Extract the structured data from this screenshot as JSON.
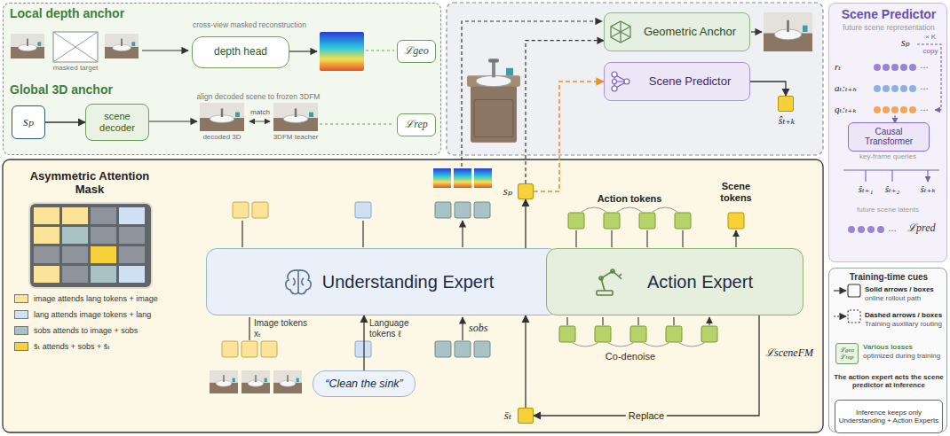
{
  "diagram": {
    "nodes": [
      {
        "text": [
          "Local depth anchor",
          "cross-view masked reconstruction",
          "Global 3D anchor",
          "align decoded scene to frozen 3DFM"
        ]
      },
      {
        "text": [
          "depth head"
        ],
        "in": 0
      },
      {
        "text": [
          "ℒgeo"
        ],
        "in": 0
      },
      {
        "text": [
          "sₚ"
        ],
        "in": 0
      },
      {
        "text": [
          "scene decoder"
        ],
        "in": 0
      },
      {
        "text": [
          "ℒrep"
        ],
        "in": 0
      },
      {
        "text": [
          "Geometric Anchor"
        ]
      },
      {
        "text": [
          "Scene Predictor"
        ]
      },
      {
        "text": [
          "ŝₜ₊ₖ"
        ]
      },
      {
        "text": [
          "Scene Predictor",
          "future scene representation"
        ]
      },
      {
        "text": [
          "Causal Transformer"
        ],
        "in": 9
      },
      {
        "text": [
          "Training-time cues",
          "Solid arrows / boxes",
          "online rollout path",
          "Dashed arrows / boxes",
          "Training auxiliary routing",
          "Various losses",
          "optimized during training",
          "The action expert acts the scene predictor at inference"
        ]
      },
      {
        "text": [
          "ℒgeo",
          "ℒrep"
        ],
        "in": 11
      },
      {
        "text": [
          "Inference keeps only Understanding + Action Experts"
        ],
        "in": 11
      },
      {
        "text": [
          "Understanding Expert"
        ]
      },
      {
        "text": [
          "Action Expert"
        ]
      },
      {
        "text": [
          "“Clean the sink”"
        ]
      },
      {
        "text": [
          "sₚ"
        ]
      },
      {
        "text": [
          "s̄ₜ"
        ]
      }
    ],
    "edges": [
      {
        "from": 3,
        "to": 4,
        "arrow": "to"
      },
      {
        "from": 14,
        "to": 17,
        "arrow": "to"
      },
      {
        "from": 17,
        "to": 6,
        "arrow": "to"
      },
      {
        "from": 17,
        "to": 7,
        "arrow": "to"
      },
      {
        "from": 7,
        "to": 8,
        "arrow": "to"
      },
      {
        "from": 16,
        "to": 14,
        "arrow": "to"
      },
      {
        "from": 18,
        "to": 14,
        "arrow": "to"
      },
      {
        "from": 15,
        "to": 18,
        "arrow": "to",
        "label": "Replace"
      }
    ],
    "labels": [
      "masked target",
      "decoded 3D",
      "match",
      "3DFM teacher",
      "sₚ",
      "× K",
      "copy",
      "rₜ",
      "…",
      "aₜ:ₜ₊ₕ",
      "…",
      "qₜ:ₜ₊ₖ",
      "…",
      "key-frame queries",
      "ŝₜ₊₁",
      "ŝₜ₊₂",
      "ŝₜ₊ₖ",
      "future scene latents",
      "…",
      "ℒpred",
      "Asymmetric Attention Mask",
      "Image tokens xₜ",
      "Language tokens ℓ",
      "sobs",
      "Action tokens",
      "Scene tokens",
      "Co-denoise",
      "ℒsceneFM"
    ],
    "legend": [
      {
        "text": "image attends lang tokens + image",
        "color": "#fbe39a"
      },
      {
        "text": "lang attends image tokens + lang",
        "color": "#cfe0f3"
      },
      {
        "text": "sobs attends to image + sobs",
        "color": "#a9c2c5"
      },
      {
        "text": "s̄ₜ attends + sobs + s̄ₜ",
        "color": "#f7d13a"
      }
    ]
  }
}
